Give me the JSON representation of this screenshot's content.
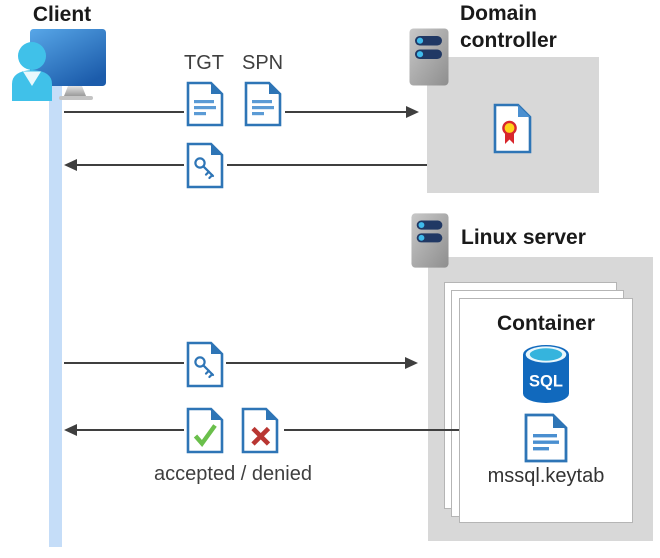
{
  "client": {
    "label": "Client"
  },
  "domain_controller": {
    "label": "Domain controller"
  },
  "linux_server": {
    "label": "Linux server"
  },
  "container": {
    "label": "Container",
    "database_label": "SQL",
    "keytab_label": "mssql.keytab"
  },
  "flow": {
    "tgt_label": "TGT",
    "spn_label": "SPN",
    "result_label": "accepted / denied"
  },
  "icons": {
    "client": "client-computer-with-user-icon",
    "servers": "server-icon",
    "tgt": "document-icon",
    "spn": "document-icon",
    "ticket": "key-document-icon",
    "certificate": "certificate-ribbon-icon",
    "accepted": "checkmark-document-icon",
    "denied": "x-document-icon",
    "database": "sql-database-cylinder-icon",
    "keytab": "document-icon"
  },
  "colors": {
    "doc_border_blue": "#2e75b6",
    "doc_text_blue": "#5b9bd5",
    "lifeline_blue": "#c5ddf8",
    "box_gray": "#d8d8d8",
    "arrow_gray": "#3f3f3f",
    "accepted_green": "#6abf4b",
    "denied_red": "#b93632",
    "ribbon_red": "#d8262c",
    "ribbon_yellow": "#ffd21a",
    "sql_blue": "#1169bd",
    "sql_cyan": "#35b4dd",
    "person_cyan": "#40c1e9",
    "server_bar_navy": "#203864",
    "server_dot_blue": "#3fbbec"
  }
}
